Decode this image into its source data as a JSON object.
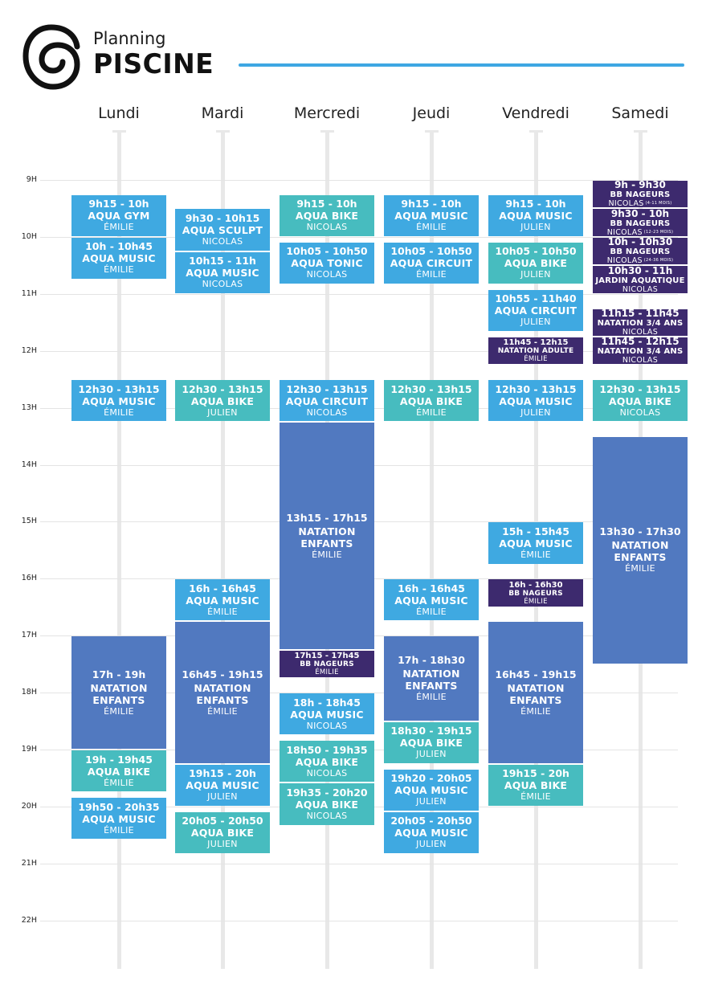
{
  "header": {
    "title_small": "Planning",
    "title_big": "PISCINE"
  },
  "days": [
    "Lundi",
    "Mardi",
    "Mercredi",
    "Jeudi",
    "Vendredi",
    "Samedi"
  ],
  "hours": [
    "9H",
    "10H",
    "11H",
    "12H",
    "13H",
    "14H",
    "15H",
    "16H",
    "17H",
    "18H",
    "19H",
    "20H",
    "21H",
    "22H"
  ],
  "colors": {
    "blue": "#3fa9e1",
    "teal": "#47bcbf",
    "indigo": "#5179c0",
    "purple": "#3d2a6e",
    "accent": "#3ea7e3"
  },
  "events": [
    {
      "day": 0,
      "start": "9h15",
      "end": "10h",
      "time": "9h15 - 10h",
      "name": "AQUA GYM",
      "coach": "ÉMILIE",
      "color": "blue"
    },
    {
      "day": 0,
      "start": "10h",
      "end": "10h45",
      "time": "10h - 10h45",
      "name": "AQUA MUSIC",
      "coach": "ÉMILIE",
      "color": "blue"
    },
    {
      "day": 0,
      "start": "12h30",
      "end": "13h15",
      "time": "12h30 - 13h15",
      "name": "AQUA MUSIC",
      "coach": "ÉMILIE",
      "color": "blue"
    },
    {
      "day": 0,
      "start": "17h",
      "end": "19h",
      "time": "17h - 19h",
      "name": "NATATION\nENFANTS",
      "coach": "ÉMILIE",
      "color": "indigo"
    },
    {
      "day": 0,
      "start": "19h",
      "end": "19h45",
      "time": "19h - 19h45",
      "name": "AQUA BIKE",
      "coach": "ÉMILIE",
      "color": "teal"
    },
    {
      "day": 0,
      "start": "19h50",
      "end": "20h35",
      "time": "19h50 - 20h35",
      "name": "AQUA MUSIC",
      "coach": "ÉMILIE",
      "color": "blue"
    },
    {
      "day": 1,
      "start": "9h30",
      "end": "10h15",
      "time": "9h30 - 10h15",
      "name": "AQUA SCULPT",
      "coach": "NICOLAS",
      "color": "blue"
    },
    {
      "day": 1,
      "start": "10h15",
      "end": "11h",
      "time": "10h15 - 11h",
      "name": "AQUA MUSIC",
      "coach": "NICOLAS",
      "color": "blue"
    },
    {
      "day": 1,
      "start": "12h30",
      "end": "13h15",
      "time": "12h30 - 13h15",
      "name": "AQUA BIKE",
      "coach": "JULIEN",
      "color": "teal"
    },
    {
      "day": 1,
      "start": "16h",
      "end": "16h45",
      "time": "16h - 16h45",
      "name": "AQUA MUSIC",
      "coach": "ÉMILIE",
      "color": "blue"
    },
    {
      "day": 1,
      "start": "16h45",
      "end": "19h15",
      "time": "16h45 - 19h15",
      "name": "NATATION\nENFANTS",
      "coach": "ÉMILIE",
      "color": "indigo"
    },
    {
      "day": 1,
      "start": "19h15",
      "end": "20h",
      "time": "19h15 - 20h",
      "name": "AQUA MUSIC",
      "coach": "JULIEN",
      "color": "blue"
    },
    {
      "day": 1,
      "start": "20h05",
      "end": "20h50",
      "time": "20h05 - 20h50",
      "name": "AQUA BIKE",
      "coach": "JULIEN",
      "color": "teal"
    },
    {
      "day": 2,
      "start": "9h15",
      "end": "10h",
      "time": "9h15 - 10h",
      "name": "AQUA BIKE",
      "coach": "NICOLAS",
      "color": "teal"
    },
    {
      "day": 2,
      "start": "10h05",
      "end": "10h50",
      "time": "10h05 - 10h50",
      "name": "AQUA TONIC",
      "coach": "NICOLAS",
      "color": "blue"
    },
    {
      "day": 2,
      "start": "12h30",
      "end": "13h15",
      "time": "12h30 - 13h15",
      "name": "AQUA CIRCUIT",
      "coach": "NICOLAS",
      "color": "blue"
    },
    {
      "day": 2,
      "start": "13h15",
      "end": "17h15",
      "time": "13h15 - 17h15",
      "name": "NATATION\nENFANTS",
      "coach": "ÉMILIE",
      "color": "indigo"
    },
    {
      "day": 2,
      "start": "17h15",
      "end": "17h45",
      "time": "17h15 - 17h45",
      "name": "BB NAGEURS",
      "coach": "ÉMILIE",
      "color": "purple",
      "size": "tiny"
    },
    {
      "day": 2,
      "start": "18h",
      "end": "18h45",
      "time": "18h - 18h45",
      "name": "AQUA MUSIC",
      "coach": "NICOLAS",
      "color": "blue"
    },
    {
      "day": 2,
      "start": "18h50",
      "end": "19h35",
      "time": "18h50 - 19h35",
      "name": "AQUA BIKE",
      "coach": "NICOLAS",
      "color": "teal"
    },
    {
      "day": 2,
      "start": "19h35",
      "end": "20h20",
      "time": "19h35 - 20h20",
      "name": "AQUA BIKE",
      "coach": "NICOLAS",
      "color": "teal"
    },
    {
      "day": 3,
      "start": "9h15",
      "end": "10h",
      "time": "9h15 - 10h",
      "name": "AQUA MUSIC",
      "coach": "ÉMILIE",
      "color": "blue"
    },
    {
      "day": 3,
      "start": "10h05",
      "end": "10h50",
      "time": "10h05 - 10h50",
      "name": "AQUA CIRCUIT",
      "coach": "ÉMILIE",
      "color": "blue"
    },
    {
      "day": 3,
      "start": "12h30",
      "end": "13h15",
      "time": "12h30 - 13h15",
      "name": "AQUA BIKE",
      "coach": "ÉMILIE",
      "color": "teal"
    },
    {
      "day": 3,
      "start": "16h",
      "end": "16h45",
      "time": "16h - 16h45",
      "name": "AQUA MUSIC",
      "coach": "ÉMILIE",
      "color": "blue"
    },
    {
      "day": 3,
      "start": "17h",
      "end": "18h30",
      "time": "17h - 18h30",
      "name": "NATATION\nENFANTS",
      "coach": "ÉMILIE",
      "color": "indigo"
    },
    {
      "day": 3,
      "start": "18h30",
      "end": "19h15",
      "time": "18h30 - 19h15",
      "name": "AQUA BIKE",
      "coach": "JULIEN",
      "color": "teal"
    },
    {
      "day": 3,
      "start": "19h20",
      "end": "20h05",
      "time": "19h20 - 20h05",
      "name": "AQUA MUSIC",
      "coach": "JULIEN",
      "color": "blue"
    },
    {
      "day": 3,
      "start": "20h05",
      "end": "20h50",
      "time": "20h05 - 20h50",
      "name": "AQUA MUSIC",
      "coach": "JULIEN",
      "color": "blue"
    },
    {
      "day": 4,
      "start": "9h15",
      "end": "10h",
      "time": "9h15 - 10h",
      "name": "AQUA MUSIC",
      "coach": "JULIEN",
      "color": "blue"
    },
    {
      "day": 4,
      "start": "10h05",
      "end": "10h50",
      "time": "10h05 - 10h50",
      "name": "AQUA BIKE",
      "coach": "JULIEN",
      "color": "teal"
    },
    {
      "day": 4,
      "start": "10h55",
      "end": "11h40",
      "time": "10h55 - 11h40",
      "name": "AQUA CIRCUIT",
      "coach": "JULIEN",
      "color": "blue"
    },
    {
      "day": 4,
      "start": "11h45",
      "end": "12h15",
      "time": "11h45 - 12h15",
      "name": "NATATION ADULTE",
      "coach": "ÉMILIE",
      "color": "purple",
      "size": "tiny"
    },
    {
      "day": 4,
      "start": "12h30",
      "end": "13h15",
      "time": "12h30 - 13h15",
      "name": "AQUA MUSIC",
      "coach": "JULIEN",
      "color": "blue"
    },
    {
      "day": 4,
      "start": "15h",
      "end": "15h45",
      "time": "15h - 15h45",
      "name": "AQUA MUSIC",
      "coach": "ÉMILIE",
      "color": "blue"
    },
    {
      "day": 4,
      "start": "16h",
      "end": "16h30",
      "time": "16h - 16h30",
      "name": "BB NAGEURS",
      "coach": "ÉMILIE",
      "color": "purple",
      "size": "tiny"
    },
    {
      "day": 4,
      "start": "16h45",
      "end": "19h15",
      "time": "16h45 - 19h15",
      "name": "NATATION\nENFANTS",
      "coach": "ÉMILIE",
      "color": "indigo"
    },
    {
      "day": 4,
      "start": "19h15",
      "end": "20h",
      "time": "19h15 - 20h",
      "name": "AQUA BIKE",
      "coach": "ÉMILIE",
      "color": "teal"
    },
    {
      "day": 5,
      "start": "9h",
      "end": "9h30",
      "time": "9h - 9h30",
      "name": "BB NAGEURS",
      "coach": "NICOLAS",
      "note": "(4-11 MOIS)",
      "color": "purple",
      "size": "small"
    },
    {
      "day": 5,
      "start": "9h30",
      "end": "10h",
      "time": "9h30 - 10h",
      "name": "BB NAGEURS",
      "coach": "NICOLAS",
      "note": "(12-23 MOIS)",
      "color": "purple",
      "size": "small"
    },
    {
      "day": 5,
      "start": "10h",
      "end": "10h30",
      "time": "10h - 10h30",
      "name": "BB NAGEURS",
      "coach": "NICOLAS",
      "note": "(24-36 MOIS)",
      "color": "purple",
      "size": "small"
    },
    {
      "day": 5,
      "start": "10h30",
      "end": "11h",
      "time": "10h30 - 11h",
      "name": "JARDIN AQUATIQUE",
      "coach": "NICOLAS",
      "color": "purple",
      "size": "small"
    },
    {
      "day": 5,
      "start": "11h15",
      "end": "11h45",
      "time": "11h15 - 11h45",
      "name": "NATATION 3/4 ANS",
      "coach": "NICOLAS",
      "color": "purple",
      "size": "small"
    },
    {
      "day": 5,
      "start": "11h45",
      "end": "12h15",
      "time": "11h45 - 12h15",
      "name": "NATATION 3/4 ANS",
      "coach": "NICOLAS",
      "color": "purple",
      "size": "small"
    },
    {
      "day": 5,
      "start": "12h30",
      "end": "13h15",
      "time": "12h30 - 13h15",
      "name": "AQUA BIKE",
      "coach": "NICOLAS",
      "color": "teal"
    },
    {
      "day": 5,
      "start": "13h30",
      "end": "17h30",
      "time": "13h30 - 17h30",
      "name": "NATATION\nENFANTS",
      "coach": "ÉMILIE",
      "color": "indigo"
    }
  ]
}
